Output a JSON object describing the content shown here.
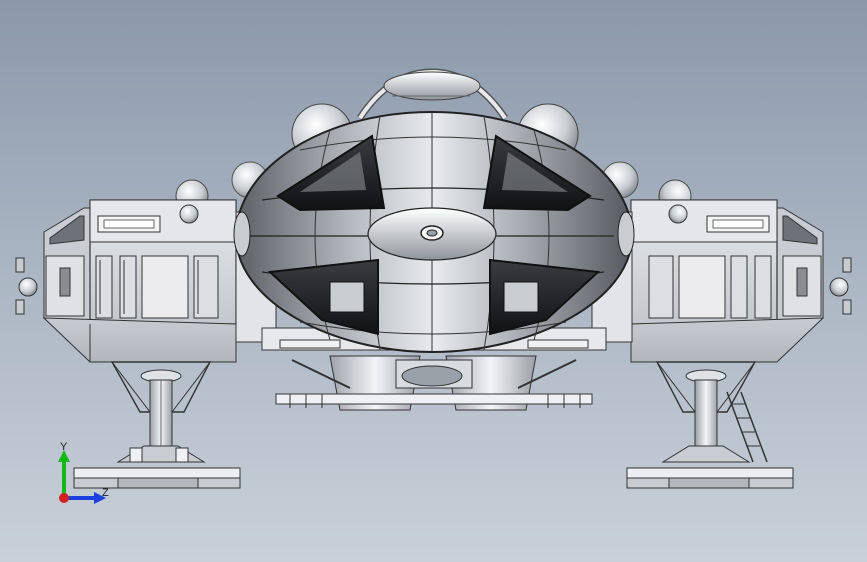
{
  "viewport": {
    "background_top": "#8b98aa",
    "background_bottom": "#c9d0d9"
  },
  "model": {
    "icon": "spacecraft-cad-model"
  },
  "triad": {
    "y_label": "Y",
    "z_label": "Z",
    "y_color": "#16b816",
    "z_color": "#1c3fe0",
    "x_color": "#d42020"
  }
}
